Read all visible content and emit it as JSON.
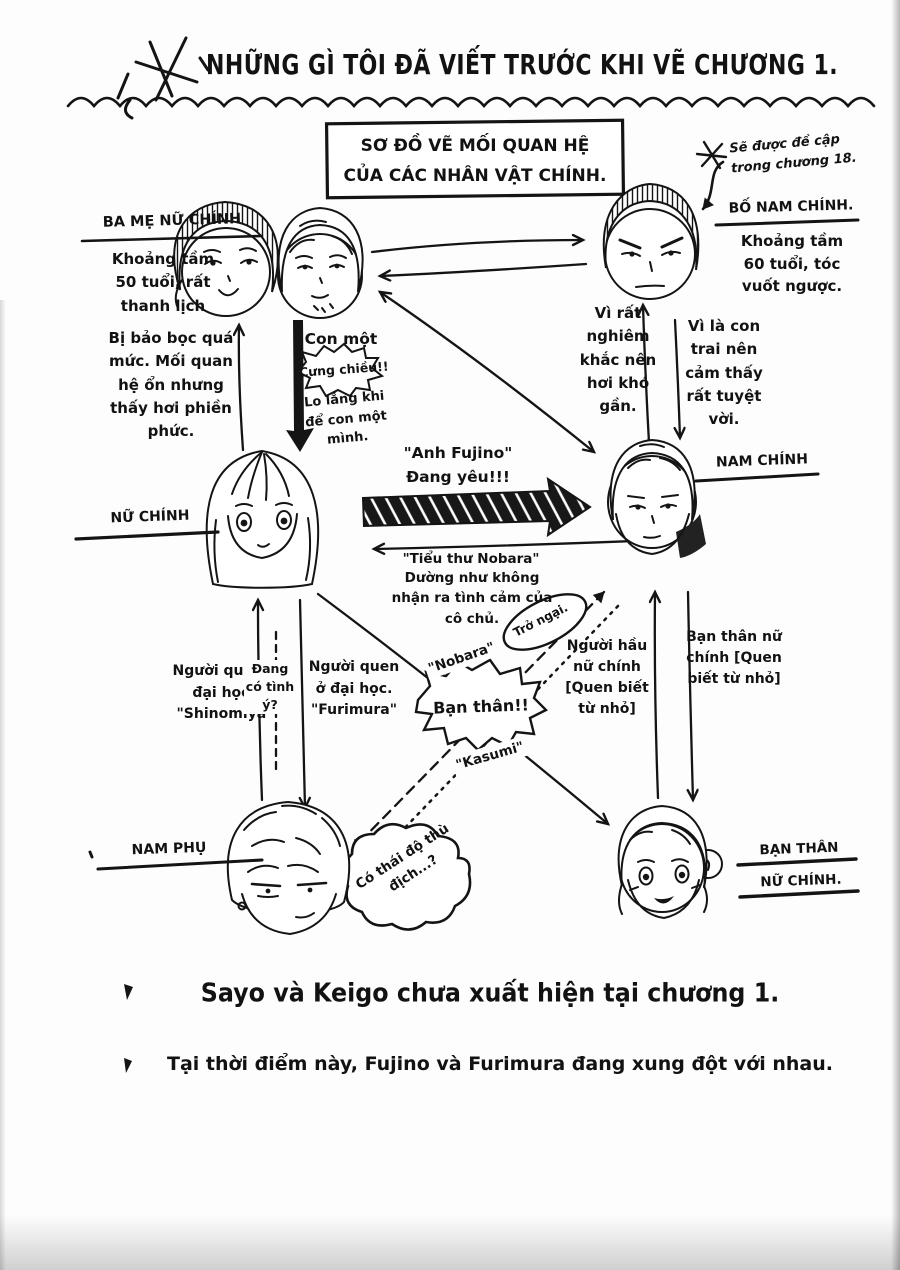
{
  "page": {
    "title": "NHỮNG GÌ TÔI ĐÃ VIẾT TRƯỚC KHI VẼ CHƯƠNG 1.",
    "diagram_box_line1": "SƠ ĐỒ VẼ MỐI QUAN HỆ",
    "diagram_box_line2": "CỦA CÁC NHÂN VẬT CHÍNH.",
    "chapter_note": "Sẽ được đề cập trong chương 18."
  },
  "labels": {
    "parents": "BA MẸ NỮ CHÍNH",
    "parents_desc": "Khoảng tầm 50 tuổi, rất thanh lịch",
    "father_mc": "BỐ NAM CHÍNH.",
    "father_mc_desc": "Khoảng tầm 60 tuổi, tóc vuốt ngược.",
    "heroine": "NỮ CHÍNH",
    "hero": "NAM CHÍNH",
    "second_male": "NAM PHỤ",
    "best_friend_line1": "BẠN THÂN",
    "best_friend_line2": "NỮ CHÍNH."
  },
  "relations": {
    "overprotective": "Bị bảo bọc quá mức. Mối quan hệ ổn nhưng thấy hơi phiền phức.",
    "only_child": "Con một",
    "spoiled": "Cưng chiều!!",
    "worried": "Lo lắng khi để con một mình.",
    "strict": "Vì rất nghiêm khắc nên hơi khó gần.",
    "proud_son": "Vì là con trai nên cảm thấy rất tuyệt vời.",
    "fujino_call": "\"Anh Fujino\"",
    "in_love": "Đang yêu!!!",
    "nobara_call": "\"Tiểu thư Nobara\"",
    "oblivious": "Dường như không nhận ra tình cảm của cô chủ.",
    "uni_acquaintance_q": "Người quen ở đại học? \"Shinomiya\"",
    "crush_q": "Đang có tình ý?",
    "uni_acquaintance": "Người quen ở đại học. \"Furimura\"",
    "maid": "Người hầu nữ chính [Quen biết từ nhỏ]",
    "childhood_friend": "Bạn thân nữ chính [Quen biết từ nhỏ]",
    "nobara_name": "\"Nobara\"",
    "best_friends": "Bạn thân!!",
    "kasumi_name": "\"Kasumi\"",
    "obstacle": "Trở ngại.",
    "hostile": "Có thái độ thù địch...?"
  },
  "footnotes": {
    "note1": "Sayo và Keigo chưa xuất hiện tại chương 1.",
    "note2": "Tại thời điểm này, Fujino và Furimura đang xung đột với nhau."
  }
}
